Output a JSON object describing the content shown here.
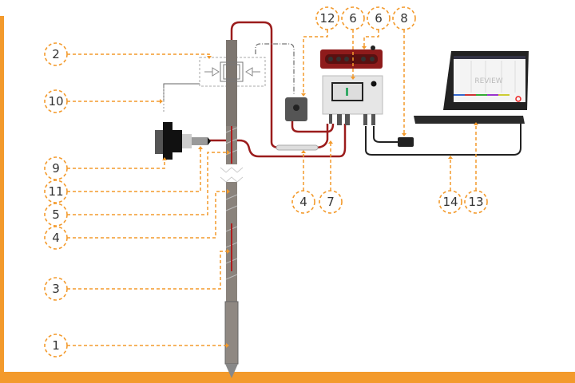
{
  "callouts": {
    "c2": "2",
    "c10": "10",
    "c9": "9",
    "c11": "11",
    "c5": "5",
    "c4a": "4",
    "c3": "3",
    "c1": "1",
    "c12": "12",
    "c6a": "6",
    "c6b": "6",
    "c8": "8",
    "c4b": "4",
    "c7": "7",
    "c14": "14",
    "c13": "13"
  },
  "laptop": {
    "screen_watermark": "REVIEW"
  },
  "colors": {
    "accent": "#f39a2c",
    "cable": "#9b1c1c",
    "device": "#8e1b1b"
  }
}
